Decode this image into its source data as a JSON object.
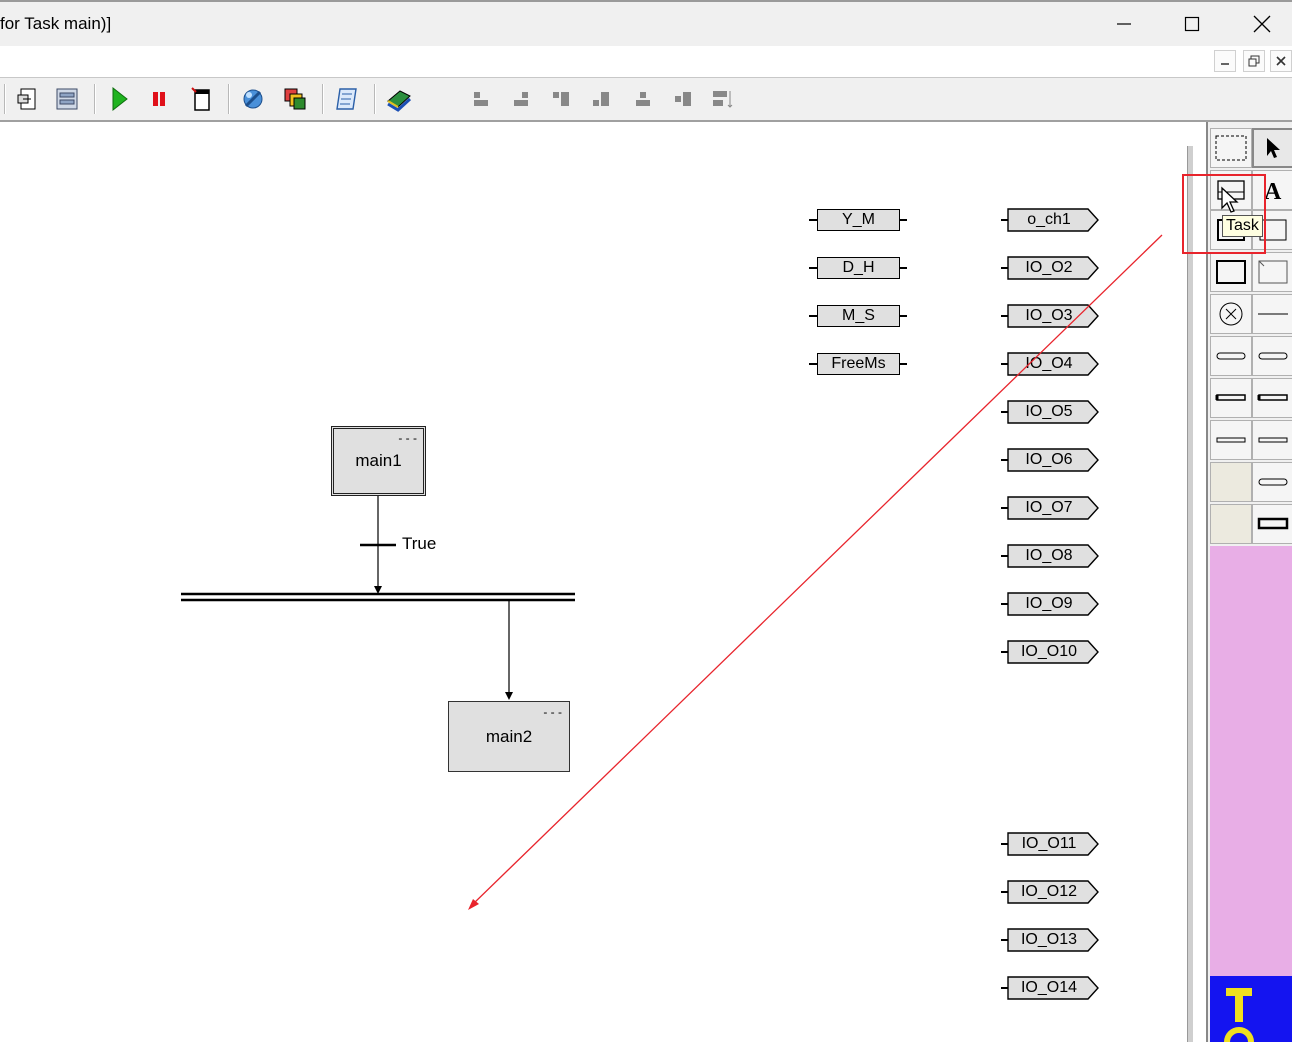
{
  "window": {
    "title": "for Task main)]"
  },
  "tooltip": {
    "label": "Task"
  },
  "diagram": {
    "steps": [
      {
        "label": "main1",
        "marker": "- - -"
      },
      {
        "label": "main2",
        "marker": "- - -"
      }
    ],
    "transition": {
      "label": "True"
    },
    "inputs": [
      "Y_M",
      "D_H",
      "M_S",
      "FreeMs"
    ],
    "outputs": [
      "o_ch1",
      "IO_O2",
      "IO_O3",
      "IO_O4",
      "IO_O5",
      "IO_O6",
      "IO_O7",
      "IO_O8",
      "IO_O9",
      "IO_O10",
      "IO_O11",
      "IO_O12",
      "IO_O13",
      "IO_O14"
    ]
  },
  "colors": {
    "pink": "#e8aee6",
    "blue": "#1414f0",
    "annotation": "#e8242c"
  }
}
